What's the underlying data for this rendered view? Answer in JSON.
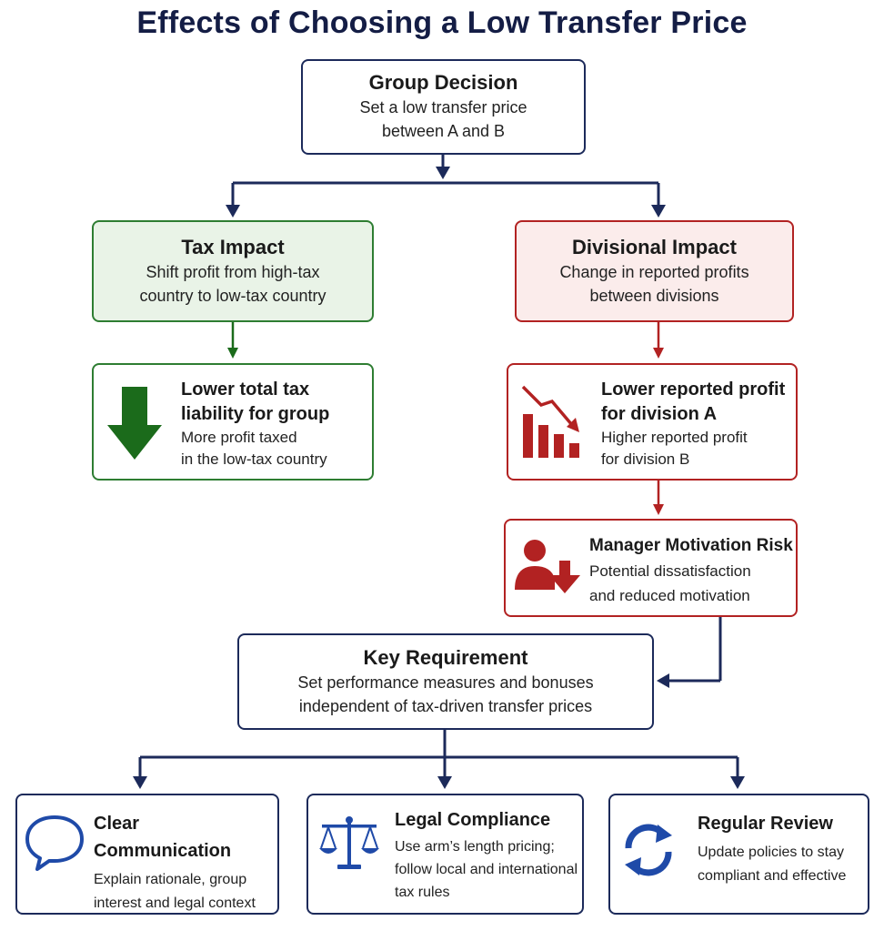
{
  "title": "Effects of Choosing a Low Transfer Price",
  "group_decision": {
    "heading": "Group Decision",
    "line1": "Set a low transfer price",
    "line2": "between A and B"
  },
  "tax_impact": {
    "heading": "Tax Impact",
    "line1": "Shift profit from high-tax",
    "line2": "country to low-tax country"
  },
  "divisional_impact": {
    "heading": "Divisional Impact",
    "line1": "Change in reported profits",
    "line2": "between divisions"
  },
  "lower_tax": {
    "heading1": "Lower total tax",
    "heading2": "liability for group",
    "line1": "More profit taxed",
    "line2": "in the low-tax country"
  },
  "lower_profit": {
    "heading1": "Lower reported profit",
    "heading2": "for division A",
    "line1": "Higher reported profit",
    "line2": "for division B"
  },
  "manager_risk": {
    "heading": "Manager Motivation Risk",
    "line1": "Potential dissatisfaction",
    "line2": "and reduced motivation"
  },
  "key_requirement": {
    "heading": "Key Requirement",
    "line1": "Set performance measures and bonuses",
    "line2": "independent of tax-driven transfer prices"
  },
  "clear_communication": {
    "heading": "Clear Communication",
    "line1": "Explain rationale, group",
    "line2": "interest and legal context"
  },
  "legal_compliance": {
    "heading": "Legal Compliance",
    "line1": "Use arm’s length pricing;",
    "line2": "follow local and international",
    "line3": "tax rules"
  },
  "regular_review": {
    "heading": "Regular Review",
    "line1": "Update policies to stay",
    "line2": "compliant and effective"
  },
  "colors": {
    "navy": "#1c2a5a",
    "green": "#2e7d32",
    "dark_green": "#1b6b1b",
    "red": "#b22222",
    "title": "#141d45",
    "icon_blue": "#1f4aa8"
  },
  "icons": [
    "down-arrow-icon",
    "declining-chart-icon",
    "person-down-icon",
    "speech-bubble-icon",
    "scales-icon",
    "refresh-icon"
  ]
}
